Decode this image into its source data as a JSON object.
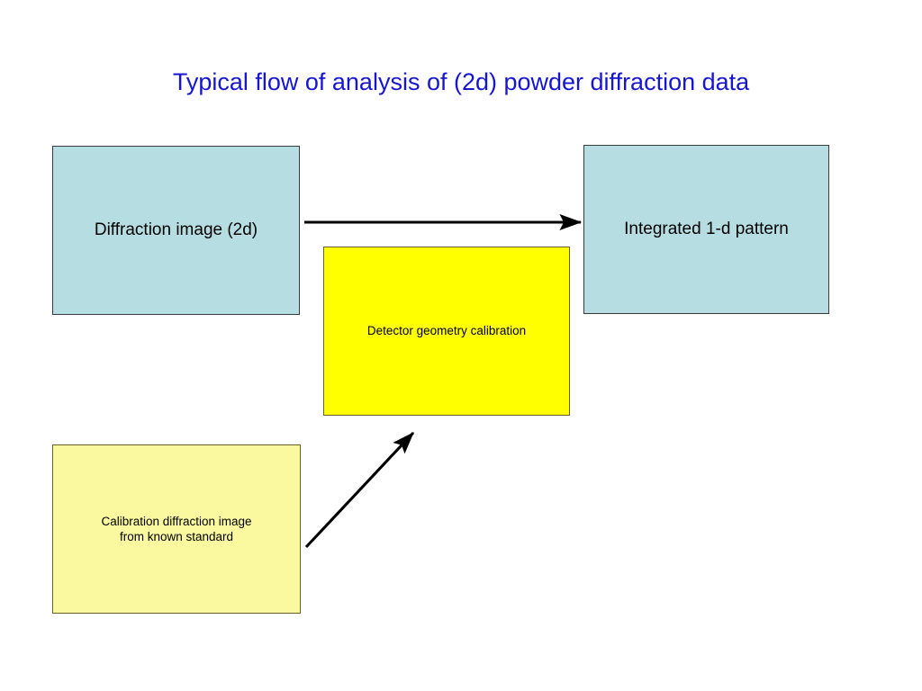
{
  "slide": {
    "title": "Typical flow of analysis of (2d) powder diffraction data",
    "title_color": "#1616d2",
    "background_color": "#ffffff"
  },
  "nodes": [
    {
      "id": "diffraction-image",
      "label": "Diffraction image (2d)",
      "fill": "#b6dee2",
      "border": "#3a3a3a"
    },
    {
      "id": "integrated-pattern",
      "label": "Integrated 1-d pattern",
      "fill": "#b6dee2",
      "border": "#3a3a3a"
    },
    {
      "id": "detector-calibration",
      "label": "Detector geometry calibration",
      "fill": "#ffff00",
      "border": "#6b6128"
    },
    {
      "id": "calibration-standard",
      "label": "Calibration diffraction image\nfrom known standard",
      "fill": "#fbf9a0",
      "border": "#6b6128"
    }
  ],
  "arrows": [
    {
      "id": "diffraction-to-integrated",
      "from": "diffraction-image",
      "to": "integrated-pattern",
      "color": "#000000"
    },
    {
      "id": "calibration-to-detector",
      "from": "calibration-standard",
      "to": "detector-calibration",
      "color": "#000000"
    }
  ]
}
